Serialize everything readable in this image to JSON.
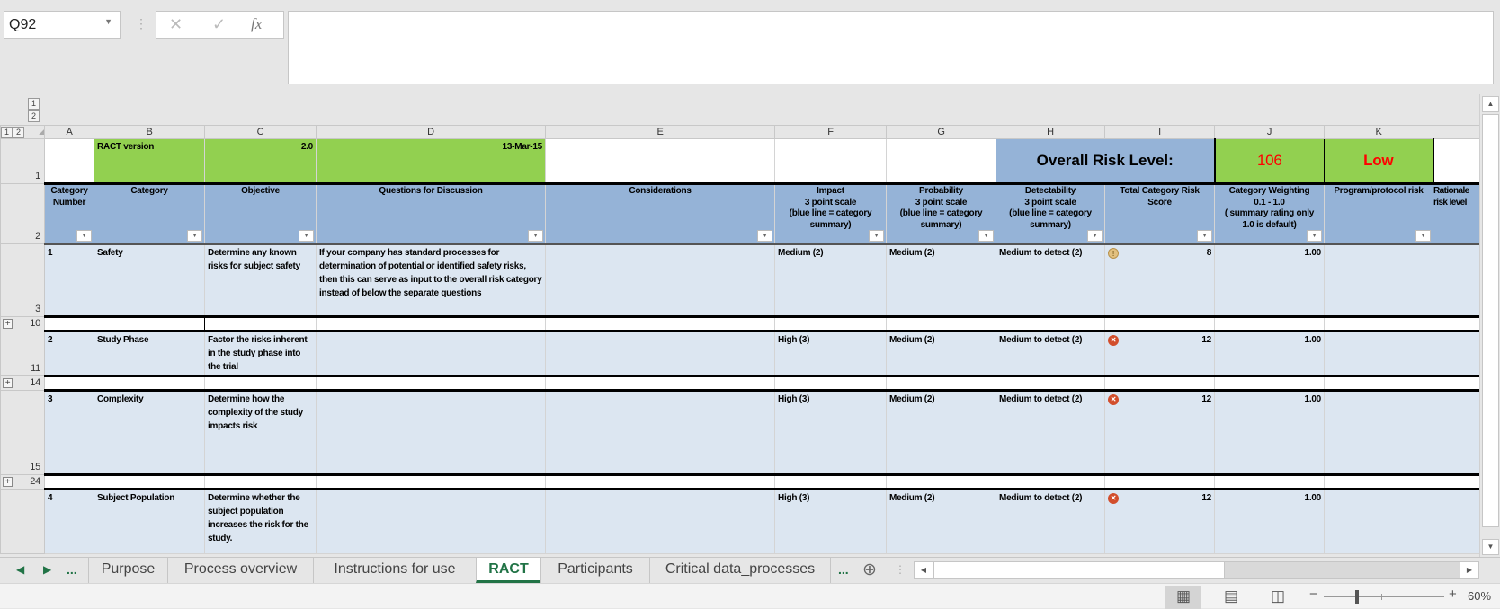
{
  "formula_bar": {
    "name_box": "Q92",
    "cancel_icon": "✕",
    "enter_icon": "✓",
    "fx_label": "fx",
    "formula": ""
  },
  "outline": {
    "levels": [
      "1",
      "2"
    ]
  },
  "columns": [
    "A",
    "B",
    "C",
    "D",
    "E",
    "F",
    "G",
    "H",
    "I",
    "J",
    "K"
  ],
  "row_numbers": {
    "r1": "1",
    "r2": "2",
    "r3": "3",
    "r10": "10",
    "r11": "11",
    "r14": "14",
    "r15": "15",
    "r24": "24",
    "r4": ""
  },
  "row1": {
    "ract_label": "RACT version",
    "version": "2.0",
    "date": "13-Mar-15",
    "overall_label": "Overall Risk Level:",
    "overall_score": "106",
    "overall_level": "Low"
  },
  "headers": {
    "a": "Category\nNumber",
    "b": "Category",
    "c": "Objective",
    "d": "Questions for Discussion",
    "e": "Considerations",
    "f": "Impact\n3 point scale\n(blue line = category\nsummary)",
    "g": "Probability\n3 point scale\n(blue line = category\nsummary)",
    "h": "Detectability\n3 point scale\n(blue line = category\nsummary)",
    "i": "Total Category Risk\nScore",
    "j": "Category Weighting\n0.1 - 1.0\n( summary rating only\n1.0 is default)",
    "k": "Program/protocol risk",
    "l": "Rationale\nrisk level"
  },
  "rows": [
    {
      "num": "1",
      "category": "Safety",
      "objective": "Determine any known risks for subject safety",
      "questions": "If your company has standard processes for determination of potential or identified safety risks, then this can serve as input to the overall risk category instead of below the separate questions",
      "impact": "Medium (2)",
      "probability": "Medium (2)",
      "detectability": "Medium to detect (2)",
      "status_icon": "warning-icon",
      "score": "8",
      "weighting": "1.00"
    },
    {
      "num": "2",
      "category": "Study Phase",
      "objective": "Factor the risks inherent in the study phase into the trial",
      "questions": "",
      "impact": "High (3)",
      "probability": "Medium (2)",
      "detectability": "Medium to detect (2)",
      "status_icon": "error-icon",
      "score": "12",
      "weighting": "1.00"
    },
    {
      "num": "3",
      "category": "Complexity",
      "objective": "Determine how the complexity of the study impacts risk",
      "questions": "",
      "impact": "High (3)",
      "probability": "Medium (2)",
      "detectability": "Medium to detect (2)",
      "status_icon": "error-icon",
      "score": "12",
      "weighting": "1.00"
    },
    {
      "num": "4",
      "category": "Subject Population",
      "objective": "Determine whether the subject population increases the risk for the study.",
      "questions": "",
      "impact": "High (3)",
      "probability": "Medium (2)",
      "detectability": "Medium to detect (2)",
      "status_icon": "error-icon",
      "score": "12",
      "weighting": "1.00"
    }
  ],
  "sheet_tabs": {
    "more_left": "...",
    "tabs": [
      "Purpose",
      "Process overview",
      "Instructions for use",
      "RACT",
      "Participants",
      "Critical data_processes"
    ],
    "active": "RACT",
    "more_right": "...",
    "add": "⊕"
  },
  "status_bar": {
    "zoom": "60%",
    "zoom_minus": "−",
    "zoom_plus": "+",
    "zoom_fraction": 0.6
  },
  "colors": {
    "green": "#92d050",
    "header_blue": "#95b3d7",
    "row_blue": "#dce6f1",
    "risk_red": "#ff0000",
    "active_tab": "#217346",
    "error": "#d24e2c",
    "warning": "#e2c07f"
  }
}
